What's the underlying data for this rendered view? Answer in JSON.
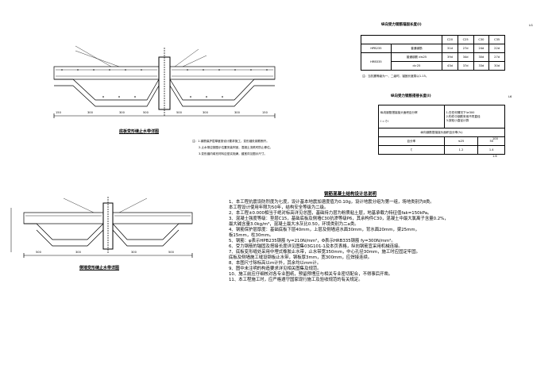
{
  "drawing1": {
    "caption": "底板变形缝止水带详图",
    "dims": [
      "150",
      "300",
      "300",
      "500",
      "500",
      "300",
      "300",
      "150"
    ],
    "notes": [
      "注：1.钢筋保护层厚度按设计要求施工，变形缝处钢筋断开。",
      "2.止水带应按图示位置安装牢固，混凝土浇筑时防止移位。",
      "3.变形缝内填充材料应密实饱满，缝宽详见图示尺寸。"
    ]
  },
  "drawing2": {
    "caption": "侧墙变形缝止水带详图",
    "dims": [
      "500",
      "300",
      "300",
      "500"
    ]
  },
  "table1": {
    "title": "纵向受力钢筋锚固长度(l)",
    "mark": "LG",
    "header": [
      "",
      "",
      "C20",
      "C25",
      "C30",
      "C35"
    ],
    "rows": [
      [
        "HPB235",
        "普通钢筋",
        "31d",
        "27d",
        "24d",
        "22d"
      ],
      [
        "HRB335",
        "普通钢筋 d≤25",
        "39d",
        "34d",
        "30d",
        "27d"
      ],
      [
        "",
        "d>25",
        "43d",
        "37d",
        "33d",
        "30d"
      ]
    ],
    "note": "注：当抗震等级为一、二级时，锚固长度乘以1.15。"
  },
  "table2": {
    "title": "纵向受力钢筋搭接长度(l)",
    "mark": "L6",
    "left_label": "纵向钢筋搭接接头面积百分率",
    "left_value": "l = ζ·l",
    "right_note": "1.在任何情况下l≥300\n2.构件中钢筋采用不同直径\n3.按较小直径计算",
    "sub_header": "纵向钢筋搭接接头面积百分率(%)",
    "row_label": [
      "百分率",
      "ζ"
    ],
    "values_pct": [
      "≤25",
      "50",
      "100"
    ],
    "values_zeta": [
      "1.2",
      "1.4",
      "1.6"
    ]
  },
  "notes": {
    "title": "钢筋混凝土结构设计总说明",
    "items": [
      "1、本工程抗震设防烈度为七度，设计基本地震加速度值为0.10g，设计地震分组为第一组，场地类别为Ⅱ类。",
      "   本工程设计使用年限为50年，结构安全等级为二级。",
      "2、本工程±0.000相当于绝对标高详见总图，基础持力层为粉质粘土层，地基承载力特征值fak=150kPa。",
      "3、混凝土强度等级：垫层C15，基础底板及侧墙C30抗渗等级P6，其余构件C30，混凝土中最大氯离子含量0.2%，",
      "   最大碱含量3.0kg/m³，混凝土最大水灰比0.50，环境类别为二a类。",
      "4、钢筋保护层厚度：基础底板下层40mm，上层及侧墙迎水面30mm，背水面20mm，梁25mm，",
      "   板15mm，柱30mm。",
      "5、钢筋：φ表示HPB235钢筋 fy=210N/mm²，Φ表示HRB335钢筋 fy=300N/mm²。",
      "6、受力钢筋的锚固及搭接长度详见图集03G101-1及本页表格，纵向钢筋宜采用机械连接。",
      "7、底板变形缝处采用中埋式橡胶止水带，止水带宽350mm，中心孔径30mm，施工时应固定牢固。",
      "   底板及侧墙施工缝设钢板止水带，钢板厚3mm，宽300mm，应焊接连续。",
      "8、本图尺寸除标高以m计外，其余均以mm计。",
      "9、图中未注明的构造要求详见相关图集及规范。",
      "10、施工前应仔细核对各专业图纸，预留预埋应与相关专业密切配合，不得事后开凿。",
      "11、本工程施工时，应严格遵守国家现行施工及验收规范的有关规定。"
    ]
  }
}
